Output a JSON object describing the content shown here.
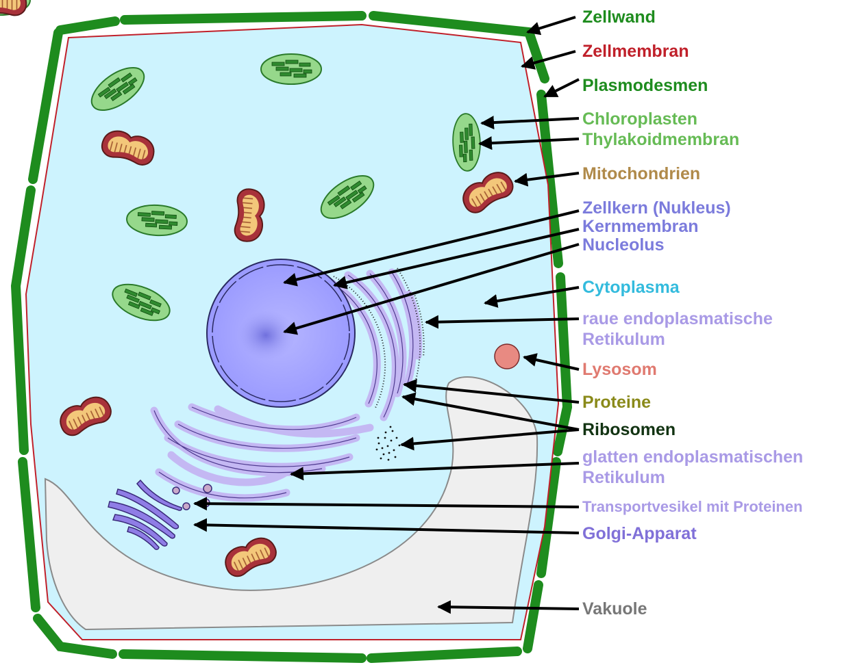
{
  "labels": {
    "zellwand": "Zellwand",
    "zellmembran": "Zellmembran",
    "plasmodesmen": "Plasmodesmen",
    "chloroplasten": "Chloroplasten",
    "thylakoidmembran": "Thylakoidmembran",
    "mitochondrien": "Mitochondrien",
    "zellkern": "Zellkern (Nukleus)",
    "kernmembran": "Kernmembran",
    "nucleolus": "Nucleolus",
    "cytoplasma": "Cytoplasma",
    "raues_er_line1": "raue endoplasmatische",
    "raues_er_line2": "Retikulum",
    "lysosom": "Lysosom",
    "proteine": "Proteine",
    "ribosomen": "Ribosomen",
    "glattes_er_line1": "glatten endoplasmatischen",
    "glattes_er_line2": "Retikulum",
    "transportvesikel": "Transportvesikel mit Proteinen",
    "golgi": "Golgi-Apparat",
    "vakuole": "Vakuole"
  },
  "colors": {
    "zellwand": "#1e8c1e",
    "zellmembran": "#c0202a",
    "plasmodesmen": "#1e8c1e",
    "chloroplast": "#66bb55",
    "mitochondrien": "#b08a4a",
    "nucleus": "#7b7bdc",
    "cytoplasma": "#33bbdd",
    "er": "#a99ae6",
    "lysosom": "#e07a70",
    "proteine": "#8a8a1a",
    "ribosomen": "#123312",
    "golgi": "#8070d8",
    "vakuole": "#777777"
  }
}
